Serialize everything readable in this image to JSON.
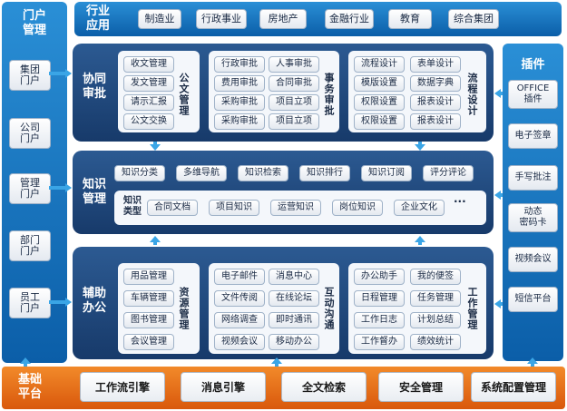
{
  "portal": {
    "title": "门户\n管理",
    "items": [
      "集团\n门户",
      "公司\n门户",
      "管理\n门户",
      "部门\n门户",
      "员工\n门户"
    ]
  },
  "industry": {
    "title": "行业\n应用",
    "items": [
      "制造业",
      "行政事业",
      "房地产",
      "金融行业",
      "教育",
      "综合集团"
    ]
  },
  "collab": {
    "title": "协同\n审批",
    "doc_group": {
      "label": "公文管理",
      "items": [
        "收文管理",
        "发文管理",
        "请示汇报",
        "公文交换"
      ]
    },
    "affair_group": {
      "label": "事务审批",
      "items": [
        "行政审批",
        "人事审批",
        "费用审批",
        "合同审批",
        "采购审批",
        "项目立项",
        "采购审批",
        "项目立项"
      ]
    },
    "flow_group": {
      "label": "流程设计",
      "items": [
        "流程设计",
        "表单设计",
        "模版设置",
        "数据字典",
        "权限设置",
        "报表设计",
        "权限设置",
        "报表设计"
      ]
    }
  },
  "knowledge": {
    "title": "知识\n管理",
    "top_items": [
      "知识分类",
      "多维导航",
      "知识检索",
      "知识排行",
      "知识订阅",
      "评分评论"
    ],
    "type_label": "知识\n类型",
    "type_items": [
      "合同文档",
      "项目知识",
      "运营知识",
      "岗位知识",
      "企业文化"
    ],
    "ellipsis": "..."
  },
  "assist": {
    "title": "辅助\n办公",
    "resource_group": {
      "label": "资源管理",
      "items": [
        "用品管理",
        "车辆管理",
        "图书管理",
        "会议管理"
      ]
    },
    "comm_group": {
      "label": "互动沟通",
      "items": [
        "电子邮件",
        "消息中心",
        "文件传阅",
        "在线论坛",
        "网络调查",
        "即时通讯",
        "视频会议",
        "移动办公"
      ]
    },
    "work_group": {
      "label": "工作管理",
      "items": [
        "办公助手",
        "我的便签",
        "日程管理",
        "任务管理",
        "工作日志",
        "计划总结",
        "工作督办",
        "绩效统计"
      ]
    }
  },
  "plugins": {
    "title": "插件",
    "items": [
      "OFFICE\n插件",
      "电子签章",
      "手写批注",
      "动态\n密码卡",
      "视频会议",
      "短信平台"
    ]
  },
  "base": {
    "title": "基础\n平台",
    "items": [
      "工作流引擎",
      "消息引擎",
      "全文检索",
      "安全管理",
      "系统配置管理"
    ]
  },
  "colors": {
    "blue": "#1d7fcf",
    "navy": "#1f4a80",
    "orange": "#e8701c",
    "arrow": "#3aa5e6"
  }
}
